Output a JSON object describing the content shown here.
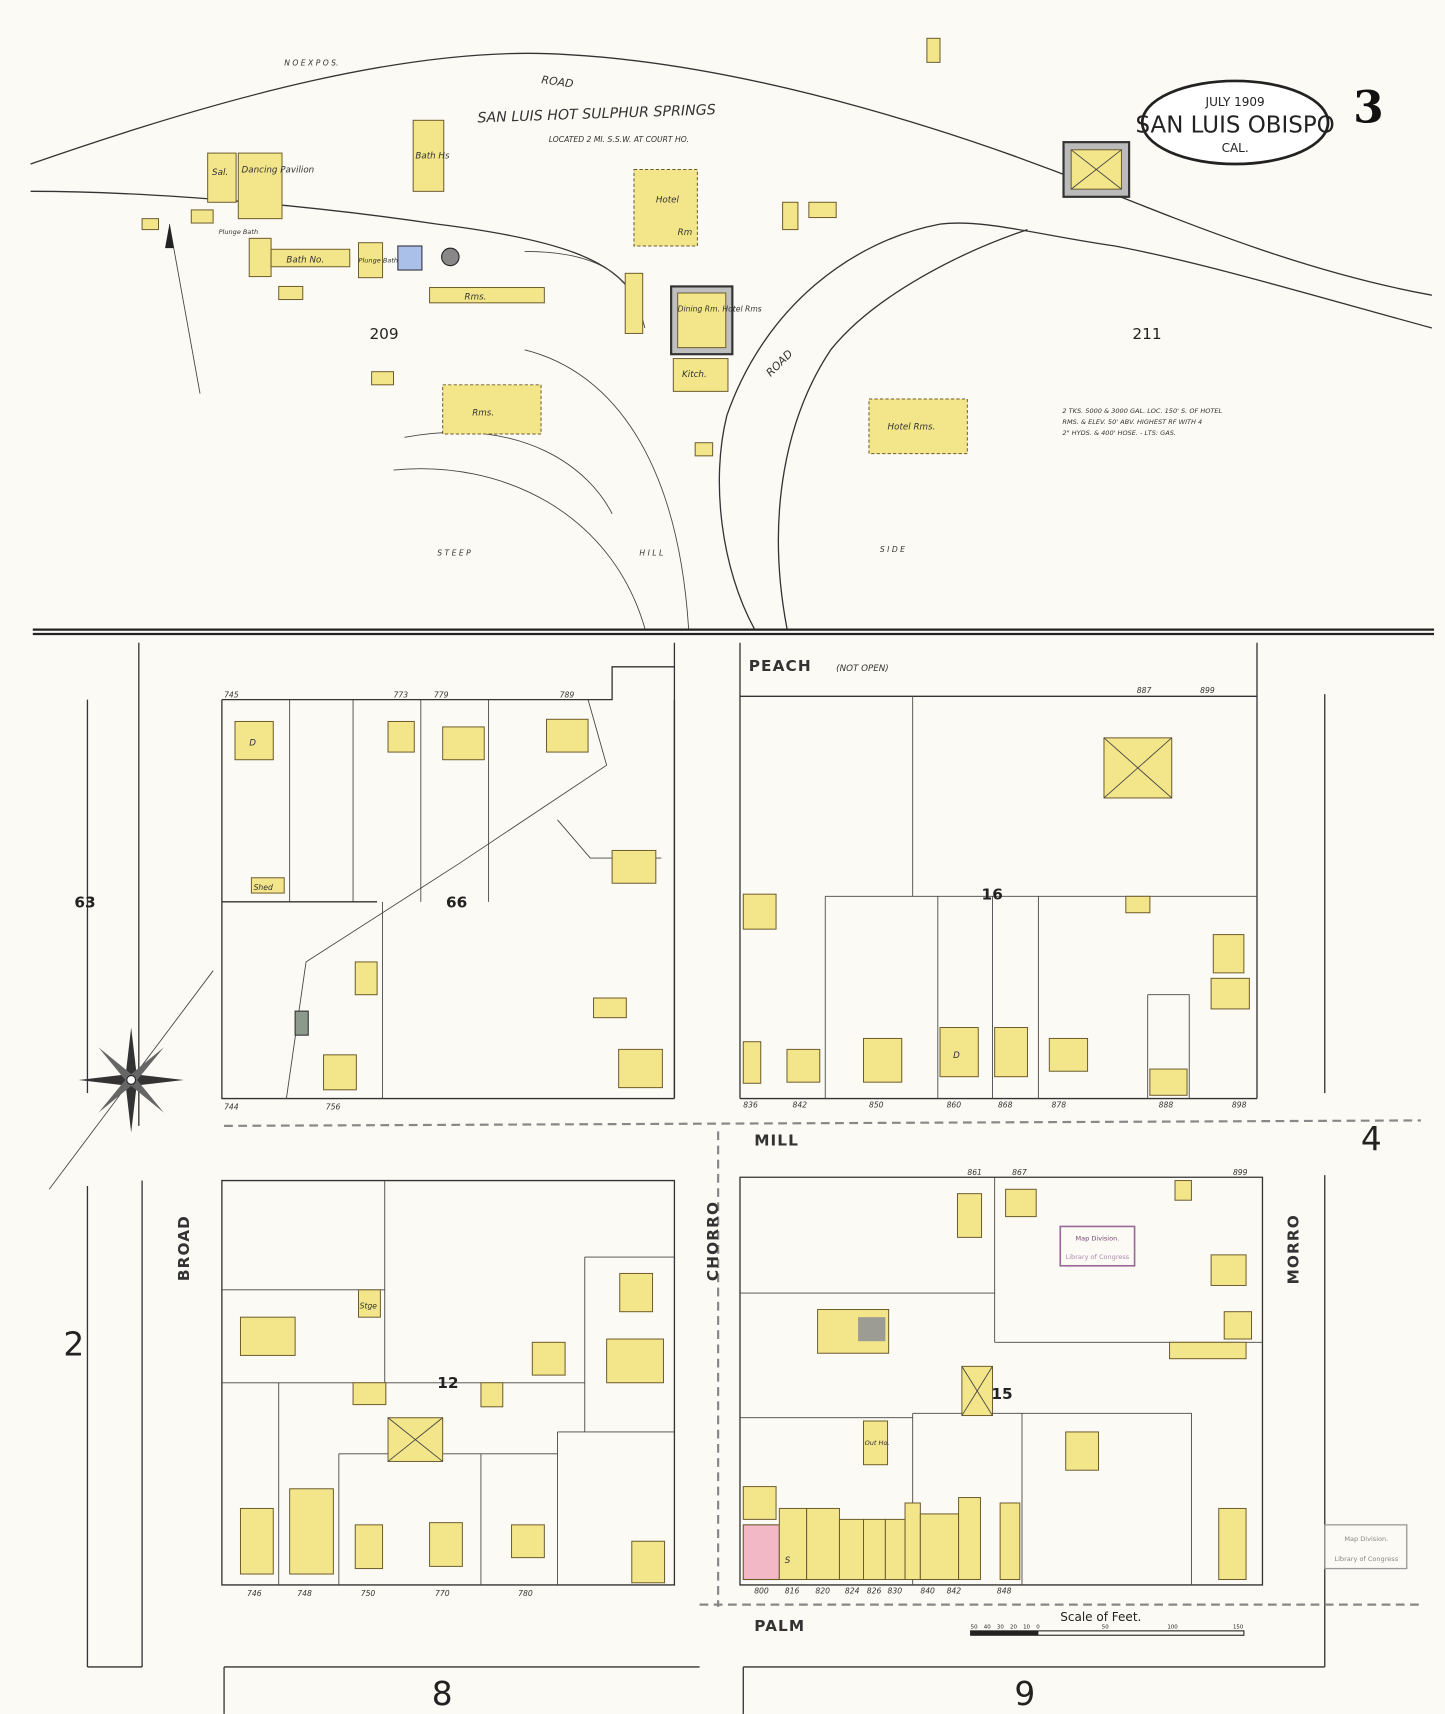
{
  "title_cartouche": {
    "date": "JULY 1909",
    "city": "SAN LUIS OBISPO",
    "state": "CAL."
  },
  "sheet_number": "3",
  "resort": {
    "name": "SAN LUIS HOT SULPHUR SPRINGS",
    "location": "LOCATED 2 MI. S.S.W. AT COURT HO.",
    "notes": [
      "2 TKS. 5000 & 3000 GAL. LOC. 150' S. OF HOTEL",
      "RMS. & ELEV. 50' ABV. HIGHEST RF WITH 4",
      "2\" HYDS. & 400' HOSE. -   LTS: GAS."
    ],
    "road_labels": [
      "N O   E X P O S.",
      "ROAD",
      "ROAD",
      "S T E E P",
      "H I L L",
      "S I D E"
    ],
    "buildings": [
      "Sal.",
      "Dancing Pavilion",
      "Bath Hs",
      "Hotel",
      "Rm",
      "Plunge Bath",
      "Bath No.",
      "Plunge Bath",
      "Rms.",
      "Dining Rm. Hotel Rms",
      "Kitch.",
      "Rms.",
      "Hotel Rms."
    ],
    "block_numbers": [
      "209",
      "211"
    ]
  },
  "streets": {
    "peach": "PEACH",
    "peach_note": "(NOT OPEN)",
    "mill": "MILL",
    "palm": "PALM",
    "broad": "BROAD",
    "chorro": "CHORRO",
    "morro": "MORRO"
  },
  "blocks": {
    "b66": "66",
    "b16": "16",
    "b12": "12",
    "b15": "15",
    "b63": "63"
  },
  "adjacent_sheets": {
    "left": "2",
    "right": "4",
    "bottom_left": "8",
    "bottom_right": "9"
  },
  "scale": {
    "label": "Scale of Feet.",
    "ticks": [
      "50",
      "40",
      "30",
      "20",
      "10",
      "0",
      "50",
      "100",
      "150"
    ]
  },
  "stamps": [
    "Map Division.",
    "Library of Congress"
  ],
  "addresses": {
    "b66_top": [
      "745",
      "773",
      "779",
      "789"
    ],
    "b66_bottom": [
      "744",
      "756"
    ],
    "b16_top": [
      "887",
      "899"
    ],
    "b16_bottom": [
      "836",
      "842",
      "850",
      "860",
      "868",
      "878",
      "888",
      "898"
    ],
    "b12_bottom": [
      "746",
      "748",
      "750",
      "770",
      "780"
    ],
    "b15_bottom": [
      "800",
      "816",
      "820",
      "824",
      "826",
      "830",
      "840",
      "842",
      "848"
    ],
    "b15_top": [
      "861",
      "867",
      "899"
    ]
  },
  "building_labels": {
    "shed": "Shed",
    "dwelling": "D",
    "stge": "Stge",
    "out_ho": "Out Ho.",
    "store": "S"
  },
  "colors": {
    "frame": "#f3e58a",
    "brick": "#f2b8c6",
    "stone": "#9aa39a",
    "paper": "#fbfaf4"
  }
}
